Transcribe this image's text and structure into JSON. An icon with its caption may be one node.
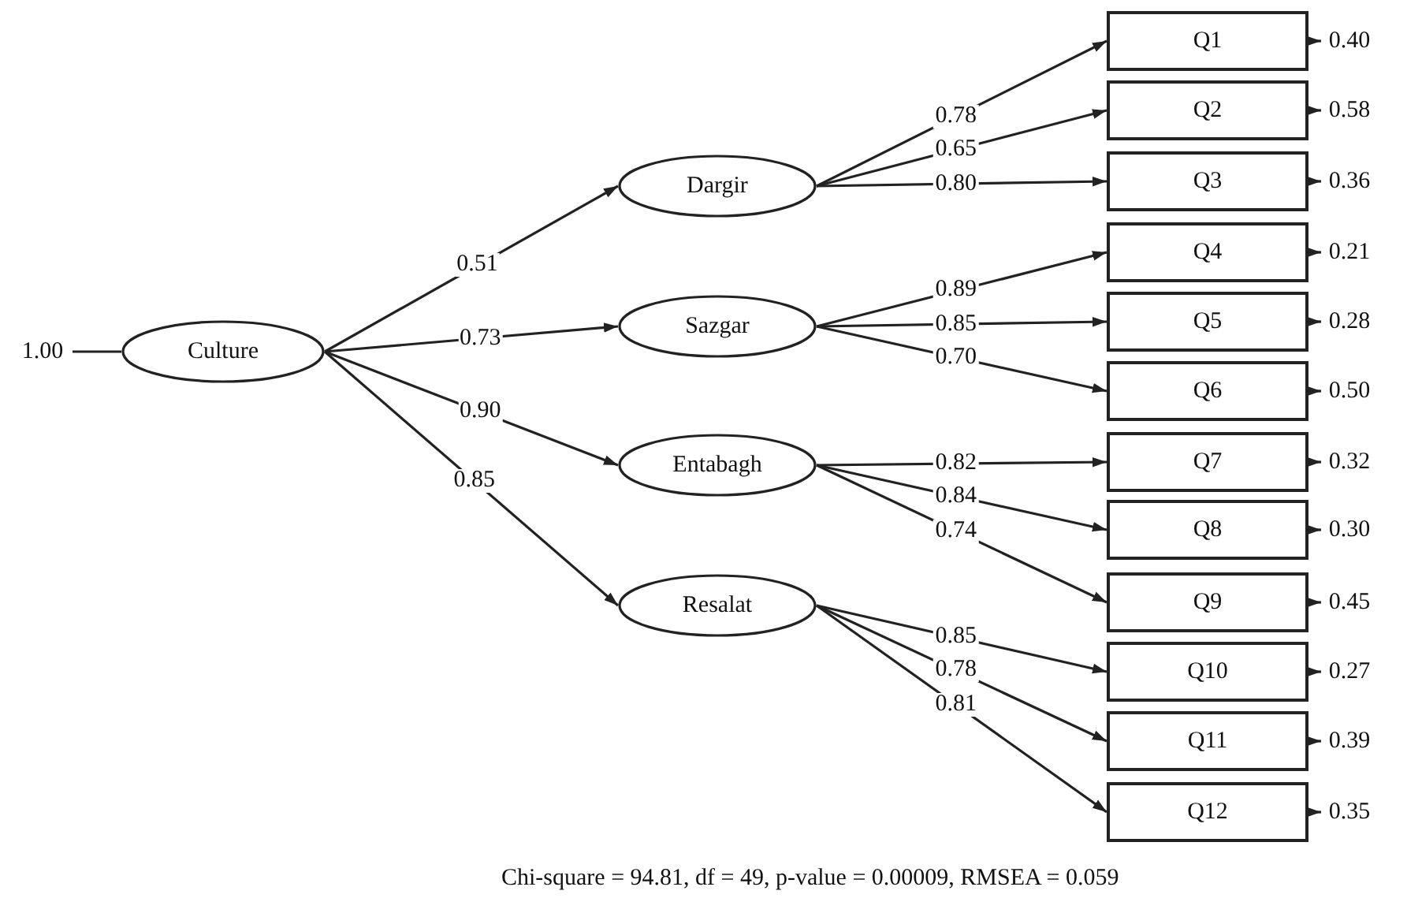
{
  "diagram": {
    "caption": "Chi-square = 94.81, df = 49, p-value = 0.00009, RMSEA = 0.059",
    "nodes": [
      {
        "text": [
          "1.00"
        ]
      },
      {
        "text": [
          "Culture"
        ]
      },
      {
        "text": [
          "Dargir"
        ]
      },
      {
        "text": [
          "Sazgar"
        ]
      },
      {
        "text": [
          "Entabagh"
        ]
      },
      {
        "text": [
          "Resalat"
        ]
      },
      {
        "text": [
          "Q1"
        ]
      },
      {
        "text": [
          "Q2"
        ]
      },
      {
        "text": [
          "Q3"
        ]
      },
      {
        "text": [
          "Q4"
        ]
      },
      {
        "text": [
          "Q5"
        ]
      },
      {
        "text": [
          "Q6"
        ]
      },
      {
        "text": [
          "Q7"
        ]
      },
      {
        "text": [
          "Q8"
        ]
      },
      {
        "text": [
          "Q9"
        ]
      },
      {
        "text": [
          "Q10"
        ]
      },
      {
        "text": [
          "Q11"
        ]
      },
      {
        "text": [
          "Q12"
        ]
      },
      {
        "text": [
          "0.40"
        ]
      },
      {
        "text": [
          "0.58"
        ]
      },
      {
        "text": [
          "0.36"
        ]
      },
      {
        "text": [
          "0.21"
        ]
      },
      {
        "text": [
          "0.28"
        ]
      },
      {
        "text": [
          "0.50"
        ]
      },
      {
        "text": [
          "0.32"
        ]
      },
      {
        "text": [
          "0.30"
        ]
      },
      {
        "text": [
          "0.45"
        ]
      },
      {
        "text": [
          "0.27"
        ]
      },
      {
        "text": [
          "0.39"
        ]
      },
      {
        "text": [
          "0.35"
        ]
      }
    ],
    "edges": [
      {
        "from": 0,
        "to": 1,
        "arrow": "none"
      },
      {
        "from": 1,
        "to": 2,
        "arrow": "to",
        "label": "0.51"
      },
      {
        "from": 1,
        "to": 3,
        "arrow": "to",
        "label": "0.73"
      },
      {
        "from": 1,
        "to": 4,
        "arrow": "to",
        "label": "0.90"
      },
      {
        "from": 1,
        "to": 5,
        "arrow": "to",
        "label": "0.85"
      },
      {
        "from": 2,
        "to": 6,
        "arrow": "to",
        "label": "0.78"
      },
      {
        "from": 2,
        "to": 7,
        "arrow": "to",
        "label": "0.65"
      },
      {
        "from": 2,
        "to": 8,
        "arrow": "to",
        "label": "0.80"
      },
      {
        "from": 3,
        "to": 9,
        "arrow": "to",
        "label": "0.89"
      },
      {
        "from": 3,
        "to": 10,
        "arrow": "to",
        "label": "0.85"
      },
      {
        "from": 3,
        "to": 11,
        "arrow": "to",
        "label": "0.70"
      },
      {
        "from": 4,
        "to": 12,
        "arrow": "to",
        "label": "0.82"
      },
      {
        "from": 4,
        "to": 13,
        "arrow": "to",
        "label": "0.84"
      },
      {
        "from": 4,
        "to": 14,
        "arrow": "to",
        "label": "0.74"
      },
      {
        "from": 5,
        "to": 15,
        "arrow": "to",
        "label": "0.85"
      },
      {
        "from": 5,
        "to": 16,
        "arrow": "to",
        "label": "0.78"
      },
      {
        "from": 5,
        "to": 17,
        "arrow": "to",
        "label": "0.81"
      },
      {
        "from": 6,
        "to": 18,
        "arrow": "to"
      },
      {
        "from": 7,
        "to": 19,
        "arrow": "to"
      },
      {
        "from": 8,
        "to": 20,
        "arrow": "to"
      },
      {
        "from": 9,
        "to": 21,
        "arrow": "to"
      },
      {
        "from": 10,
        "to": 22,
        "arrow": "to"
      },
      {
        "from": 11,
        "to": 23,
        "arrow": "to"
      },
      {
        "from": 12,
        "to": 24,
        "arrow": "to"
      },
      {
        "from": 13,
        "to": 25,
        "arrow": "to"
      },
      {
        "from": 14,
        "to": 26,
        "arrow": "to"
      },
      {
        "from": 15,
        "to": 27,
        "arrow": "to"
      },
      {
        "from": 16,
        "to": 28,
        "arrow": "to"
      },
      {
        "from": 17,
        "to": 29,
        "arrow": "to"
      }
    ]
  }
}
